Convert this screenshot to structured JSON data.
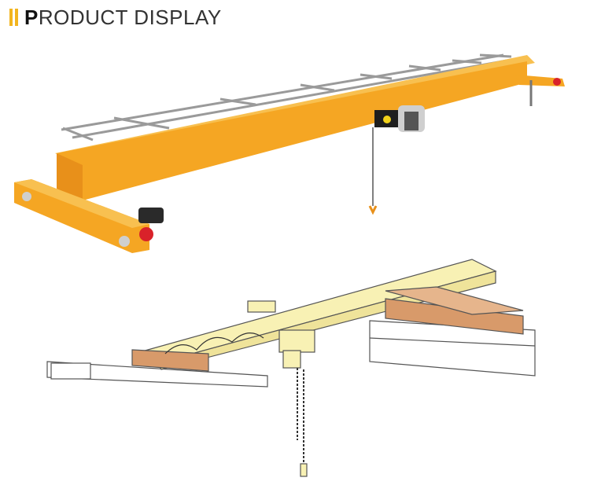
{
  "header": {
    "title_first": "P",
    "title_rest": "RODUCT DISPLAY"
  },
  "colors": {
    "accent": "#f2b51f",
    "crane_orange": "#f5a623",
    "drawing_yellow": "#f8f1b4",
    "drawing_brown": "#d89a6a"
  },
  "images": [
    {
      "name": "single-girder-overhead-crane-render"
    },
    {
      "name": "overhead-crane-line-drawing"
    }
  ]
}
